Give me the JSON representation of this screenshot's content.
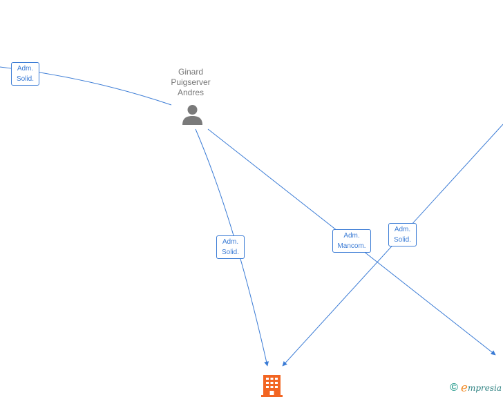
{
  "colors": {
    "edge": "#3a7bd5",
    "person": "#7a7a7a",
    "company": "#f26522",
    "brand_teal": "#2a9d8f",
    "brand_orange": "#f28c28"
  },
  "person": {
    "name_lines": [
      "Ginard",
      "Puigserver",
      "Andres"
    ],
    "icon": "person-icon"
  },
  "company": {
    "icon": "building-icon"
  },
  "edge_labels": [
    {
      "id": "left",
      "lines": [
        "Adm.",
        "Solid."
      ]
    },
    {
      "id": "to-company",
      "lines": [
        "Adm.",
        "Solid."
      ]
    },
    {
      "id": "mancom",
      "lines": [
        "Adm.",
        "Mancom."
      ]
    },
    {
      "id": "right",
      "lines": [
        "Adm.",
        "Solid."
      ]
    }
  ],
  "brand": {
    "copyright": "©",
    "initial": "e",
    "rest": "mpresia"
  }
}
